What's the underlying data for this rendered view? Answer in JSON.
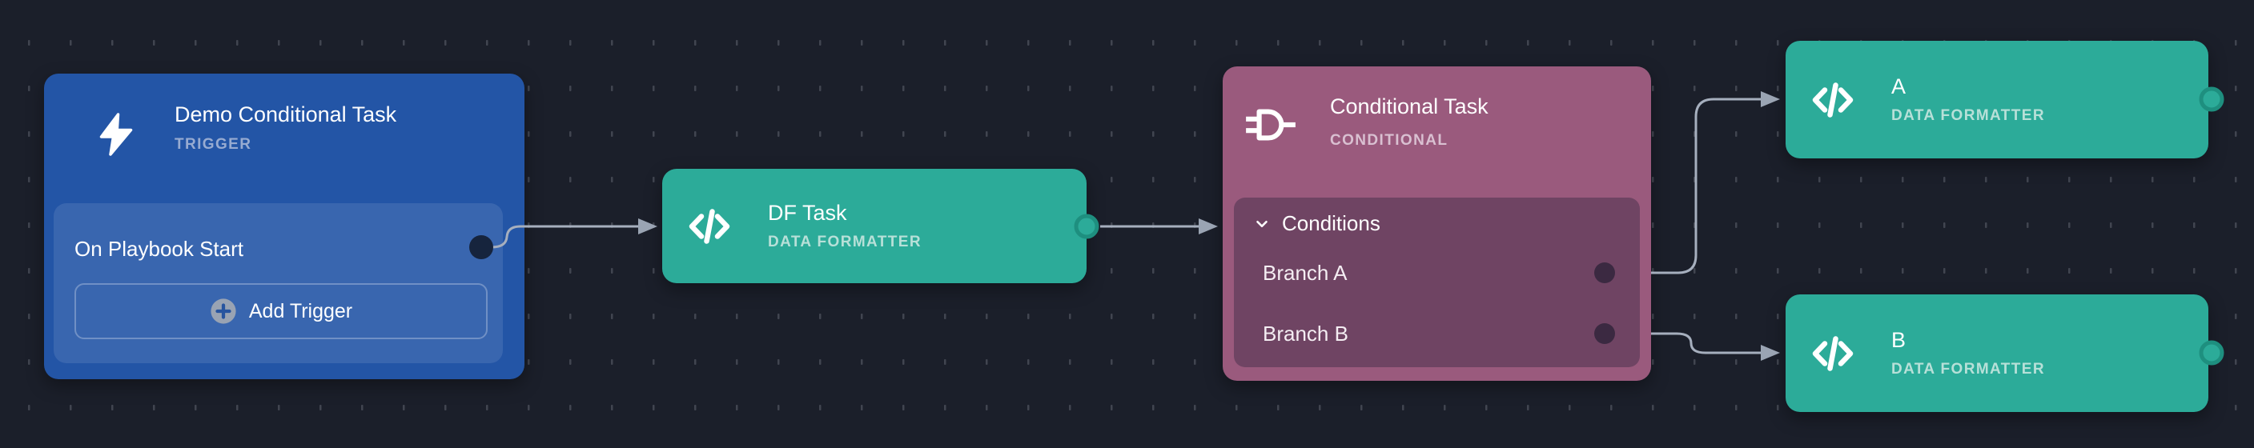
{
  "canvas": {
    "background_color": "#1b1f2a",
    "grid_dash_color": "#484c57"
  },
  "nodes": {
    "trigger": {
      "title": "Demo Conditional Task",
      "type_label": "TRIGGER",
      "row_label": "On Playbook Start",
      "add_button_label": "Add Trigger",
      "accent_color": "#2355a6",
      "icon": "lightning-bolt",
      "port_color": "#16243d"
    },
    "df_task": {
      "title": "DF Task",
      "type_label": "DATA FORMATTER",
      "accent_color": "#2cab99",
      "icon": "code-brackets"
    },
    "conditional": {
      "title": "Conditional Task",
      "type_label": "CONDITIONAL",
      "section_label": "Conditions",
      "section_state": "expanded",
      "branches": [
        "Branch A",
        "Branch B"
      ],
      "accent_color": "#9a5a7d",
      "panel_color": "#6f4463",
      "icon": "logic-gate",
      "port_color": "#3b2941"
    },
    "branch_a_target": {
      "title": "A",
      "type_label": "DATA FORMATTER",
      "accent_color": "#2cab99",
      "icon": "code-brackets"
    },
    "branch_b_target": {
      "title": "B",
      "type_label": "DATA FORMATTER",
      "accent_color": "#2cab99",
      "icon": "code-brackets"
    }
  },
  "edges": {
    "color": "#a6afbe",
    "arrow_color": "#9aa4b3",
    "list": [
      {
        "from": "trigger.on-playbook-start",
        "to": "df-task"
      },
      {
        "from": "df-task",
        "to": "conditional-task"
      },
      {
        "from": "conditional-task.branch-a",
        "to": "a"
      },
      {
        "from": "conditional-task.branch-b",
        "to": "b"
      }
    ]
  },
  "ports": {
    "teal_fill": "#2cab99",
    "teal_ring": "#1e8f7f"
  }
}
